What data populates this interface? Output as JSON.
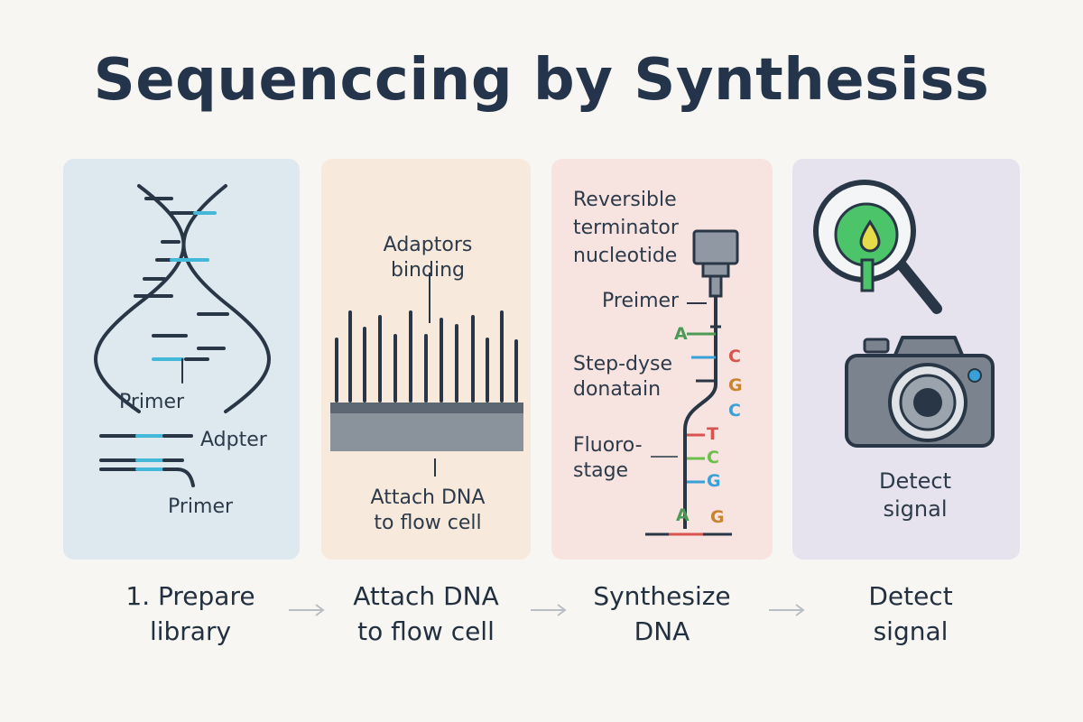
{
  "title": "Sequenccing by Synthesiss",
  "panel1": {
    "label_primer_top": "Primer",
    "label_adapter": "Adpter",
    "label_primer_bottom": "Primer"
  },
  "panel2": {
    "label_adaptors": "Adaptors\nbinding",
    "label_attach": "Attach DNA\nto flow cell"
  },
  "panel3": {
    "label_terminator": "Reversible\nterminator\nnucleotide",
    "label_primer": "Preimer",
    "label_step": "Step-dyse\ndonatain",
    "label_fluoro": "Fluoro-\nstage",
    "bases": [
      {
        "text": "A",
        "color": "#4c9a55"
      },
      {
        "text": "C",
        "color": "#d9534f"
      },
      {
        "text": "G",
        "color": "#c8842f"
      },
      {
        "text": "C",
        "color": "#3aa0d8"
      },
      {
        "text": "T",
        "color": "#d9534f"
      },
      {
        "text": "C",
        "color": "#6cbf4d"
      },
      {
        "text": "G",
        "color": "#3aa0d8"
      },
      {
        "text": "A",
        "color": "#4c9a55"
      },
      {
        "text": "G",
        "color": "#c8842f"
      }
    ]
  },
  "panel4": {
    "label_detect": "Detect\nsignal"
  },
  "steps": [
    {
      "label": "1. Prepare\nlibrary"
    },
    {
      "label": "Attach DNA\nto flow cell"
    },
    {
      "label": "Synthesize\nDNA"
    },
    {
      "label": "Detect\nsignal"
    }
  ],
  "colors": {
    "accent_blue": "#43b8d8",
    "dark": "#283645",
    "flowcell": "#8a929c"
  }
}
